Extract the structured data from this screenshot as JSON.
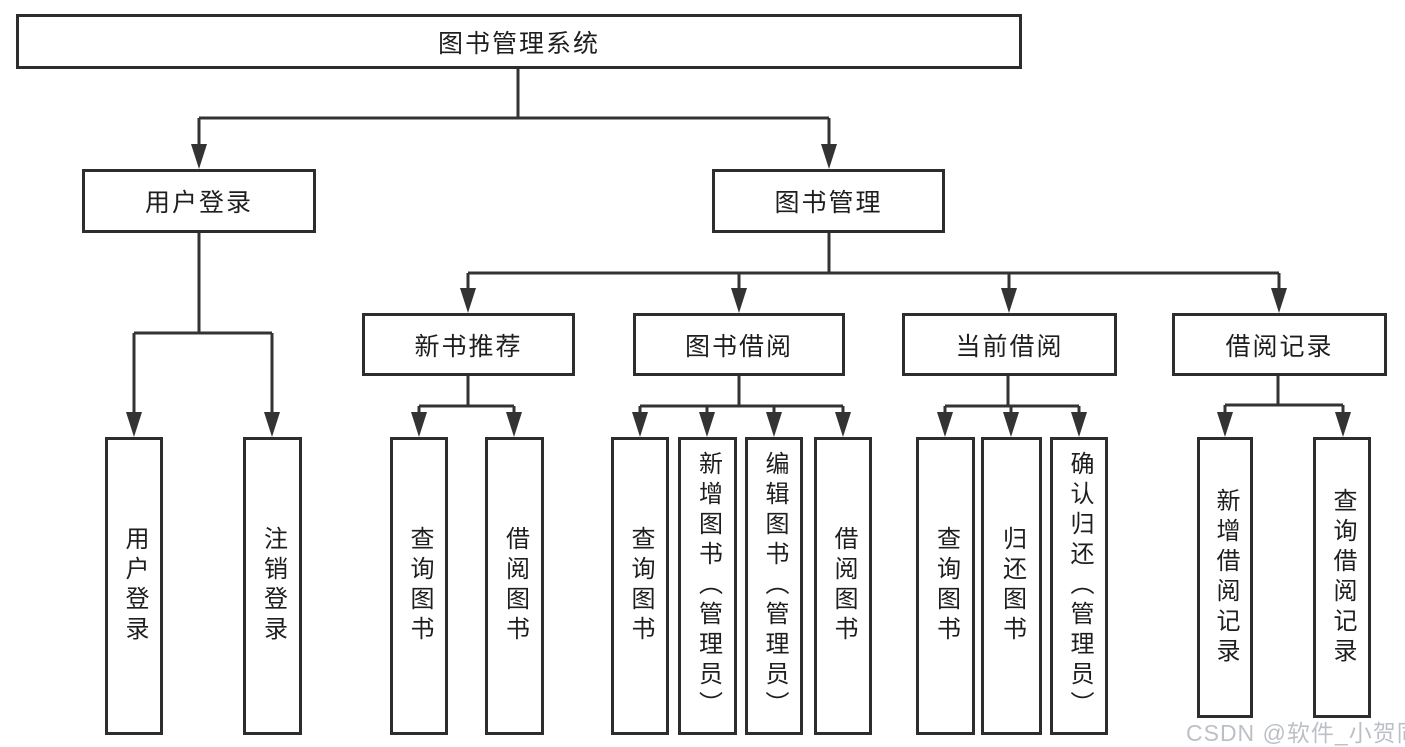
{
  "tree": {
    "label": "图书管理系统",
    "children": [
      {
        "label": "用户登录",
        "children": [
          {
            "label": "用户登录"
          },
          {
            "label": "注销登录"
          }
        ]
      },
      {
        "label": "图书管理",
        "children": [
          {
            "label": "新书推荐",
            "children": [
              {
                "label": "查询图书"
              },
              {
                "label": "借阅图书"
              }
            ]
          },
          {
            "label": "图书借阅",
            "children": [
              {
                "label": "查询图书"
              },
              {
                "label": "新增图书（管理员）"
              },
              {
                "label": "编辑图书（管理员）"
              },
              {
                "label": "借阅图书"
              }
            ]
          },
          {
            "label": "当前借阅",
            "children": [
              {
                "label": "查询图书"
              },
              {
                "label": "归还图书"
              },
              {
                "label": "确认归还（管理员）"
              }
            ]
          },
          {
            "label": "借阅记录",
            "children": [
              {
                "label": "新增借阅记录"
              },
              {
                "label": "查询借阅记录"
              }
            ]
          }
        ]
      }
    ]
  },
  "watermark": {
    "text": "CSDN @软件_小贺同学"
  },
  "colors": {
    "background": "#ffffff",
    "line": "#333333",
    "box_border": "#2d2d2d",
    "text": "#1e1e1e",
    "watermark": "#b9bdc4"
  }
}
